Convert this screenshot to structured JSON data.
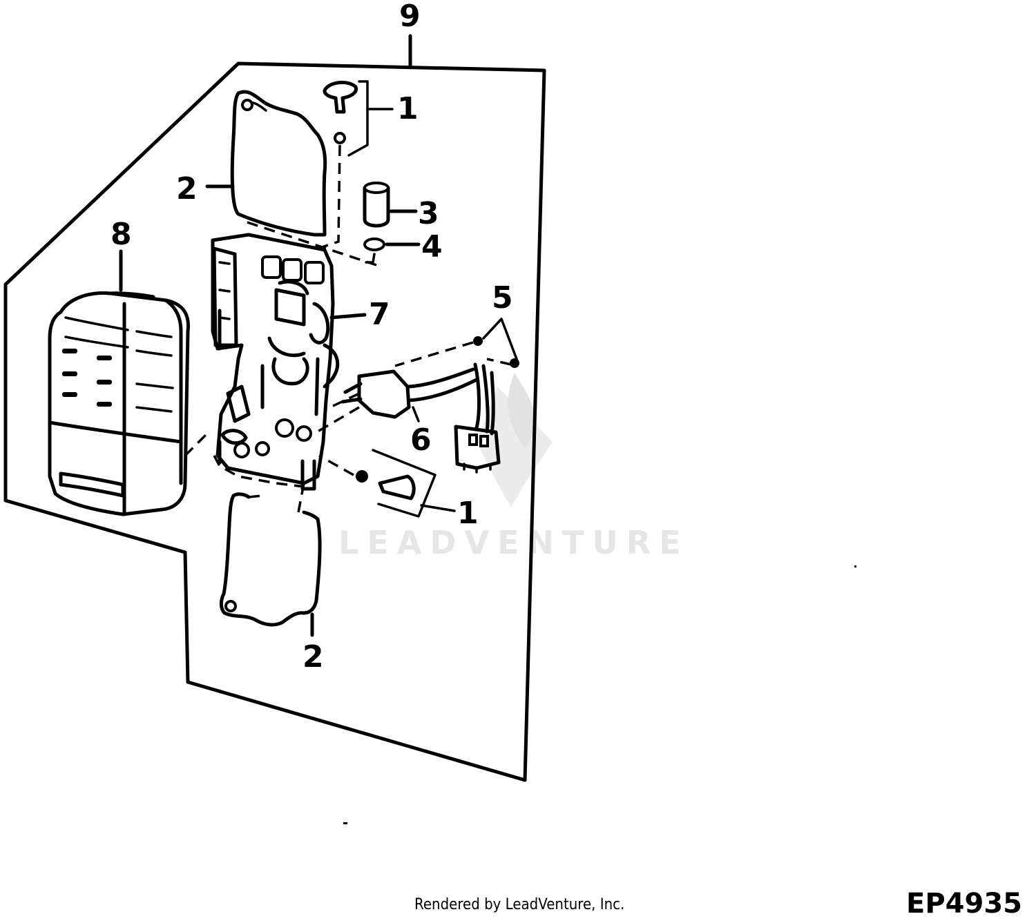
{
  "callouts": {
    "c1_top": "1",
    "c1_bottom": "1",
    "c2_top": "2",
    "c2_bottom": "2",
    "c3": "3",
    "c4": "4",
    "c5": "5",
    "c6": "6",
    "c7": "7",
    "c8": "8",
    "c9": "9"
  },
  "watermark": "LEADVENTURE",
  "footer": {
    "credit": "Rendered by LeadVenture, Inc.",
    "diagram_id": "EP4935"
  }
}
